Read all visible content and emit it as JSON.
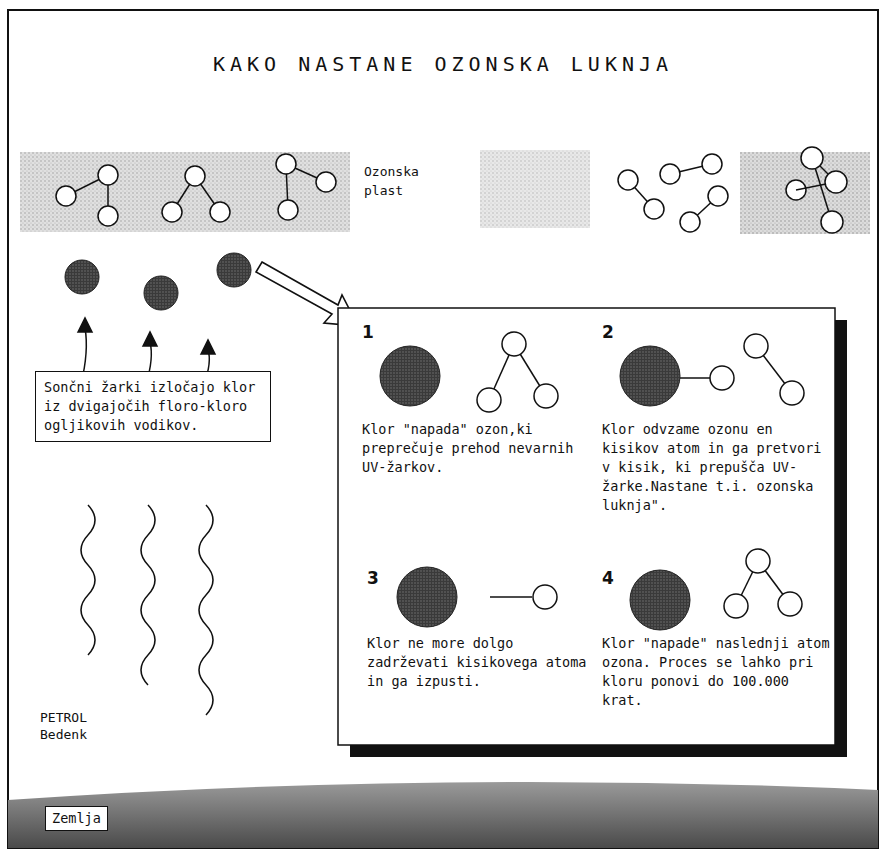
{
  "diagram": {
    "title": "KAKO NASTANE OZONSKA LUKNJA",
    "nodes": [
      {
        "text": [
          "Ozonska plast"
        ]
      },
      {
        "text": [
          "Sončni žarki izločajo klor iz dvigajočih floro-kloro ogljikovih vodikov."
        ]
      },
      {
        "text": [
          "1",
          "Klor \"napada\" ozon,ki preprečuje prehod nevarnih UV-žarkov."
        ]
      },
      {
        "text": [
          "2",
          "Klor odvzame ozonu en kisikov atom in ga pretvori v kisik, ki prepušča UV-žarke.Nastane t.i. ozonska luknja\"."
        ]
      },
      {
        "text": [
          "3",
          "Klor ne more dolgo zadrževati kisikovega atoma in ga izpusti."
        ]
      },
      {
        "text": [
          "4",
          "Klor \"napade\" naslednji atom ozona. Proces se lahko pri kloru ponovi do 100.000 krat."
        ]
      },
      {
        "text": [
          "Zemlja"
        ]
      }
    ],
    "labels": [
      "PETROL Bedenk"
    ]
  }
}
